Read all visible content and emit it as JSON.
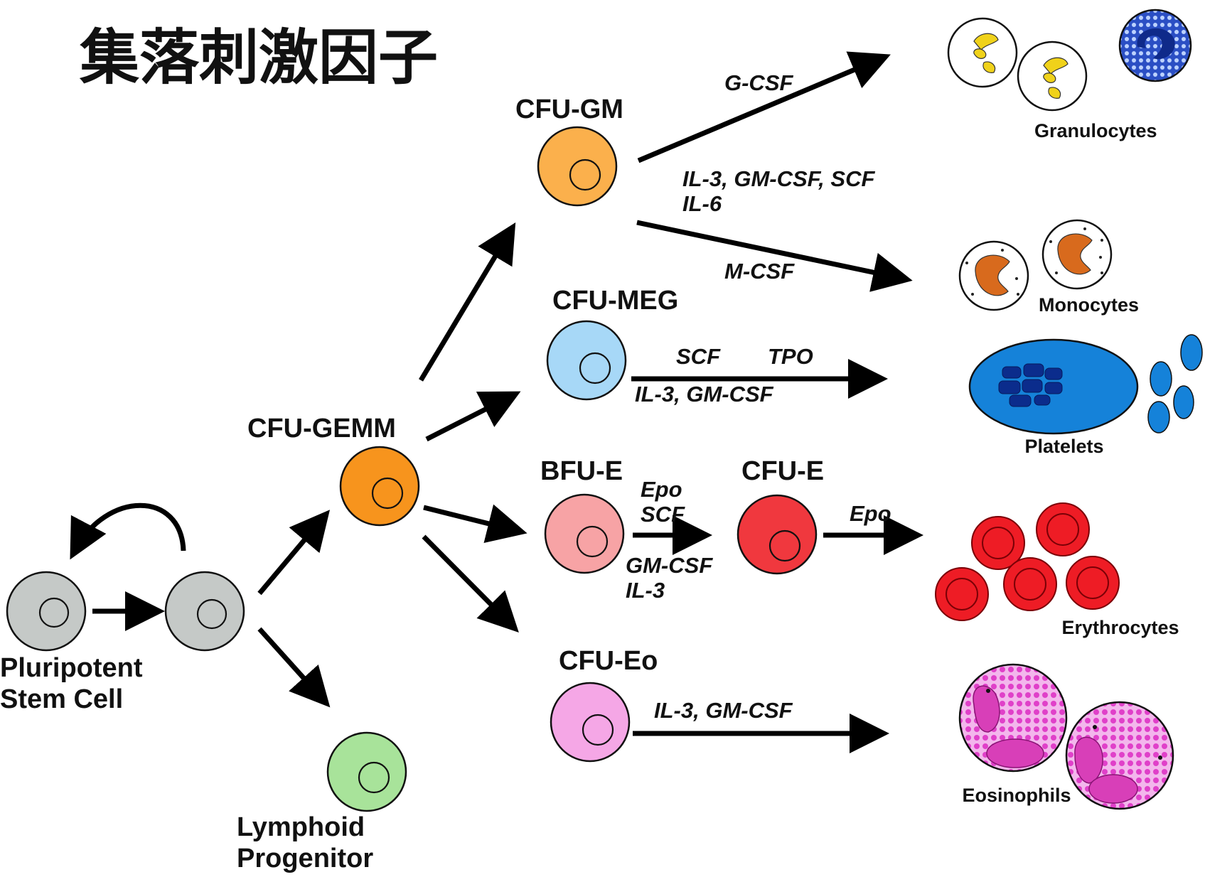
{
  "title": "集落刺激因子",
  "nodes": {
    "pluripotent": {
      "label_line1": "Pluripotent",
      "label_line2": "Stem Cell"
    },
    "cfu_gemm": {
      "label": "CFU-GEMM"
    },
    "lymphoid": {
      "label_line1": "Lymphoid",
      "label_line2": "Progenitor"
    },
    "cfu_gm": {
      "label": "CFU-GM"
    },
    "cfu_meg": {
      "label": "CFU-MEG"
    },
    "bfu_e": {
      "label": "BFU-E"
    },
    "cfu_e": {
      "label": "CFU-E"
    },
    "cfu_eo": {
      "label": "CFU-Eo"
    }
  },
  "factors": {
    "gcsf": "G-CSF",
    "gm_shared_1": "IL-3, GM-CSF, SCF",
    "gm_shared_2": "IL-6",
    "mcsf": "M-CSF",
    "meg_scf": "SCF",
    "meg_tpo": "TPO",
    "meg_il3": "IL-3, GM-CSF",
    "bfu_epo": "Epo",
    "bfu_scf": "SCF",
    "bfu_gmcsf": "GM-CSF",
    "bfu_il3": "IL-3",
    "cfue_epo": "Epo",
    "eo_il3": "IL-3, GM-CSF"
  },
  "mature": {
    "granulocytes": "Granulocytes",
    "monocytes": "Monocytes",
    "platelets": "Platelets",
    "erythrocytes": "Erythrocytes",
    "eosinophils": "Eosinophils"
  },
  "colors": {
    "stem": "#c5c9c7",
    "cfu_gemm": "#f7941d",
    "cfu_gm": "#fbb04c",
    "cfu_meg": "#a7d8f7",
    "bfu_e": "#f7a3a5",
    "cfu_e": "#f0383e",
    "cfu_eo": "#f5a7e6",
    "lymphoid": "#a8e39a",
    "erythrocyte": "#ee1c25",
    "platelet": "#1582d9",
    "granule": "#f0d21a",
    "monocyte_nucleus": "#d86a1d",
    "eosinophil": "#d83fb8",
    "basophil": "#1e3fa8"
  }
}
